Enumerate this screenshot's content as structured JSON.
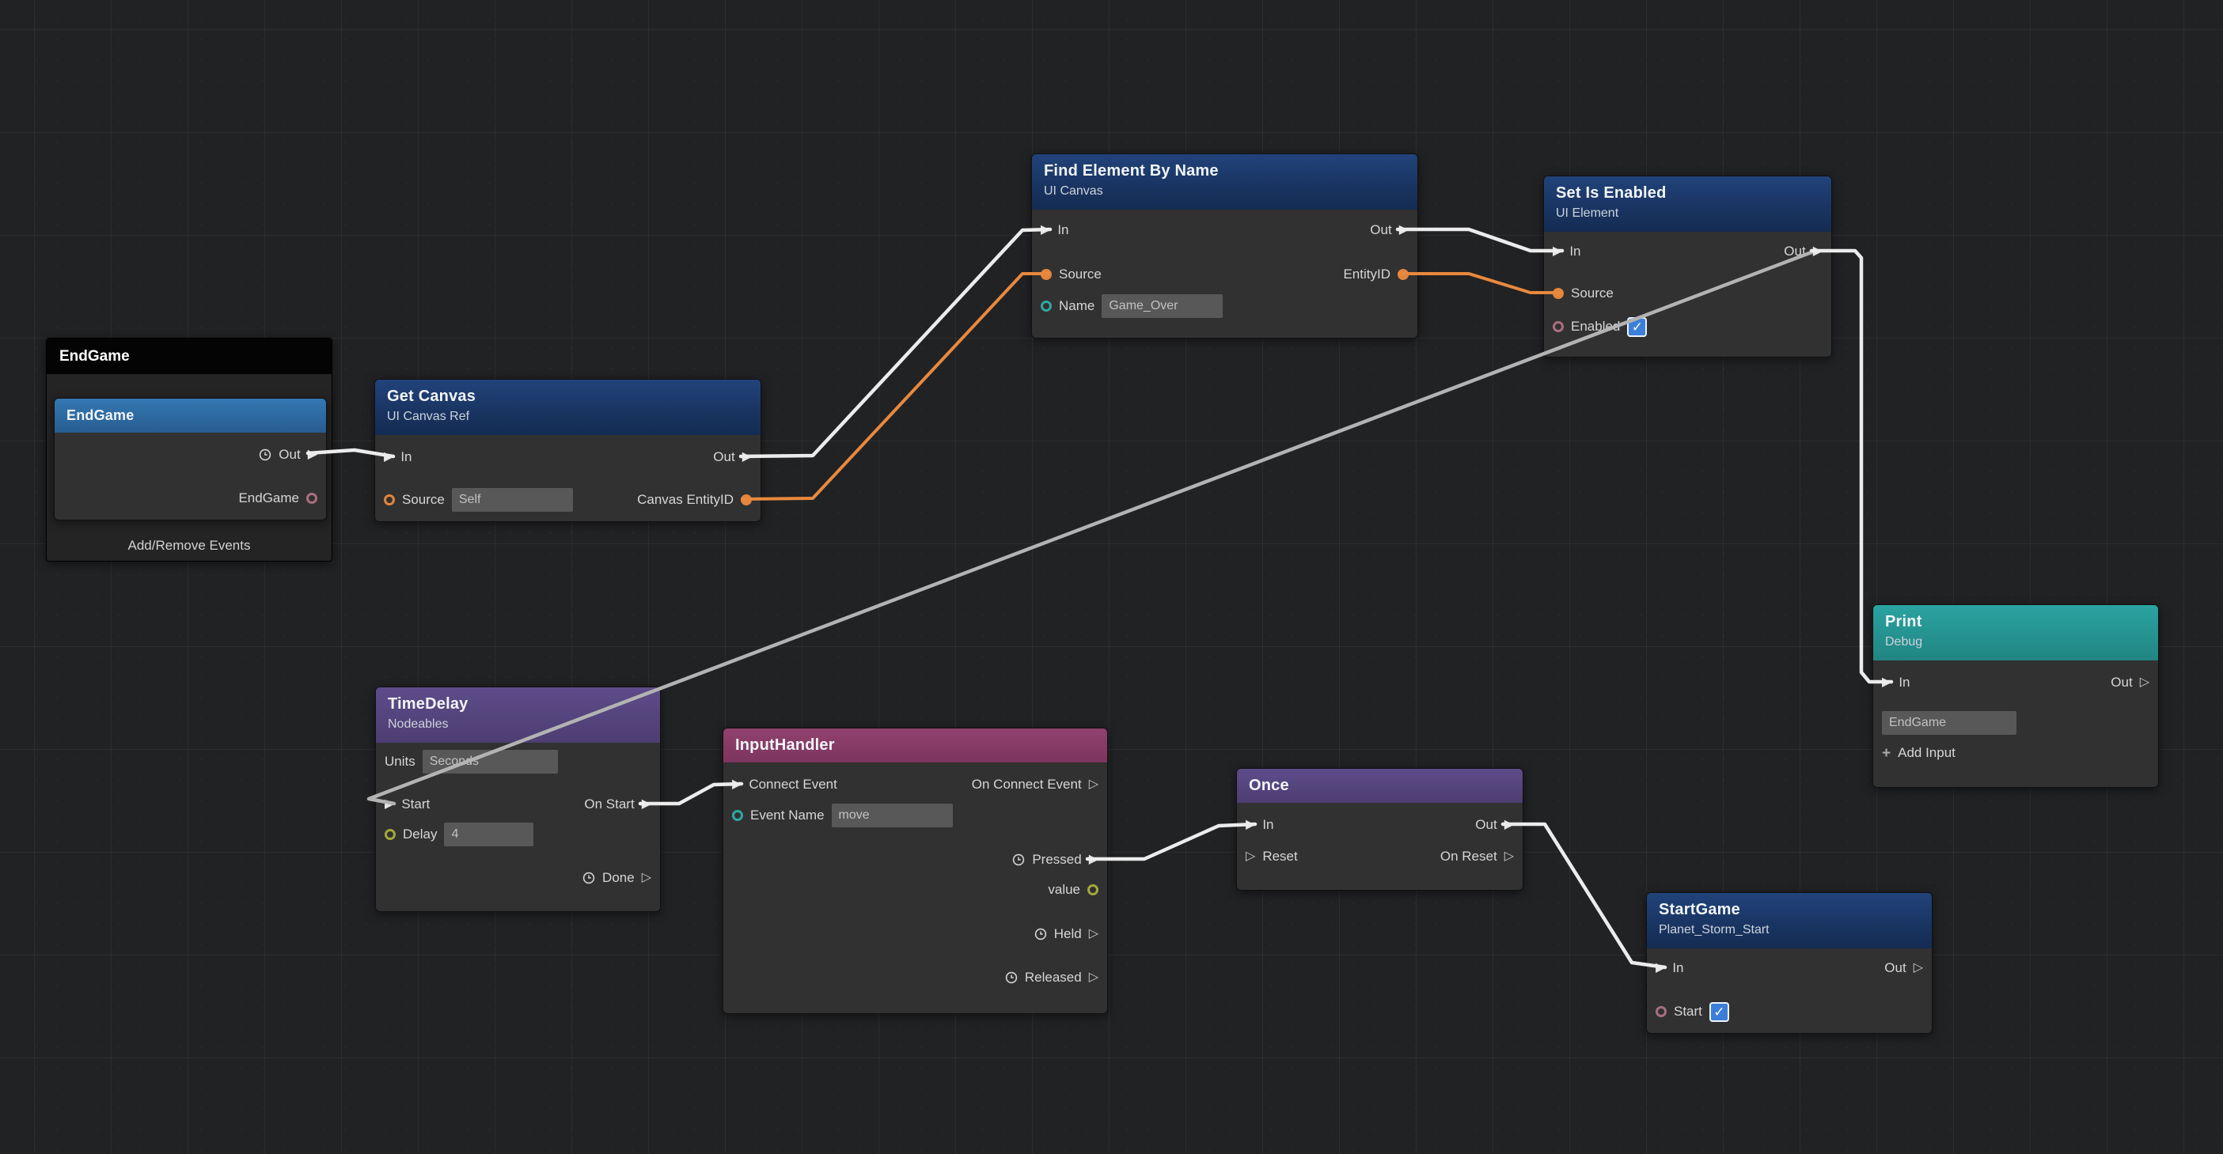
{
  "icons": {
    "exec_filled": "▶",
    "exec_hollow": "▷",
    "plus": "+",
    "check": "✓"
  },
  "colors": {
    "background": "#212224",
    "node_body": "#313131",
    "navy_header": "#1d3c6e",
    "purple_header": "#574980",
    "magenta_header": "#8c3d6d",
    "teal_header": "#27999a",
    "event_blue_header": "#2d6ba3",
    "exec_wire": "#ececec",
    "data_wire_orange": "#e8893e",
    "pin_orange": "#e3853d",
    "pin_teal": "#2fa8a4",
    "pin_boolean_pink": "#a96f7f",
    "pin_number_olive": "#a2a83a",
    "checkbox_blue": "#3b7fd8"
  },
  "nodes": {
    "endgame": {
      "wrapper_title": "EndGame",
      "event_title": "EndGame",
      "out_label": "Out",
      "event_pin": "EndGame",
      "footer": "Add/Remove Events"
    },
    "get_canvas": {
      "title": "Get Canvas",
      "subtitle": "UI Canvas Ref",
      "in_label": "In",
      "out_label": "Out",
      "source_label": "Source",
      "source_value": "Self",
      "canvas_entity_label": "Canvas EntityID"
    },
    "find_element": {
      "title": "Find Element By Name",
      "subtitle": "UI Canvas",
      "in_label": "In",
      "out_label": "Out",
      "source_label": "Source",
      "name_label": "Name",
      "name_value": "Game_Over",
      "entity_label": "EntityID"
    },
    "set_is_enabled": {
      "title": "Set Is Enabled",
      "subtitle": "UI Element",
      "in_label": "In",
      "out_label": "Out",
      "source_label": "Source",
      "enabled_label": "Enabled"
    },
    "print": {
      "title": "Print",
      "subtitle": "Debug",
      "in_label": "In",
      "out_label": "Out",
      "value": "EndGame",
      "add_input_label": "Add Input"
    },
    "time_delay": {
      "title": "TimeDelay",
      "subtitle": "Nodeables",
      "units_label": "Units",
      "units_value": "Seconds",
      "start_label": "Start",
      "on_start_label": "On Start",
      "delay_label": "Delay",
      "delay_value": "4",
      "done_label": "Done"
    },
    "input_handler": {
      "title": "InputHandler",
      "connect_label": "Connect Event",
      "on_connect_label": "On Connect Event",
      "event_name_label": "Event Name",
      "event_name_value": "move",
      "pressed_label": "Pressed",
      "value_label": "value",
      "held_label": "Held",
      "released_label": "Released"
    },
    "once": {
      "title": "Once",
      "in_label": "In",
      "out_label": "Out",
      "reset_label": "Reset",
      "on_reset_label": "On Reset"
    },
    "start_game": {
      "title": "StartGame",
      "subtitle": "Planet_Storm_Start",
      "in_label": "In",
      "out_label": "Out",
      "start_label": "Start"
    }
  }
}
